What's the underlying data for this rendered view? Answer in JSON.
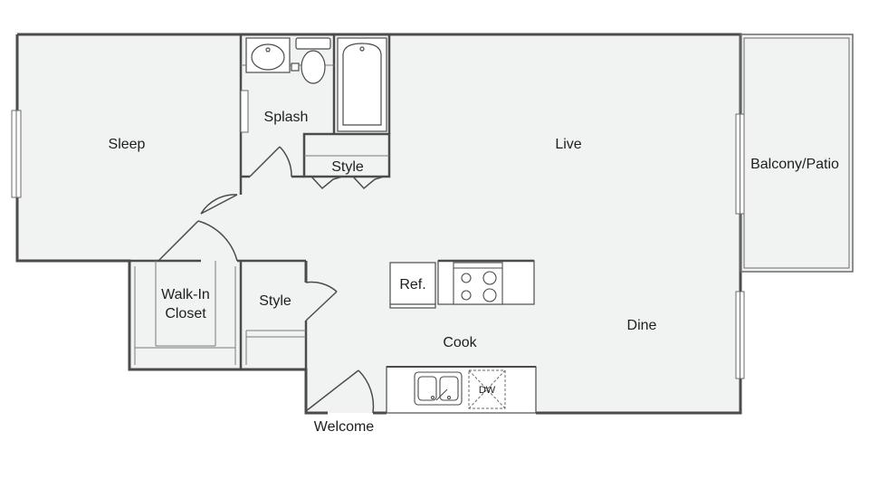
{
  "colors": {
    "wall": "#4b4b4b",
    "floor": "#f1f3f2",
    "line": "#6a6a6a",
    "background": "#ffffff"
  },
  "rooms": {
    "sleep": "Sleep",
    "splash": "Splash",
    "style_bath": "Style",
    "live": "Live",
    "balcony": "Balcony/Patio",
    "walkin_line1": "Walk-In",
    "walkin_line2": "Closet",
    "style_hall": "Style",
    "cook": "Cook",
    "dine": "Dine",
    "welcome": "Welcome"
  },
  "fixtures": {
    "refrigerator": "Ref.",
    "dishwasher": "DW"
  },
  "icons": [
    "sink-icon",
    "toilet-icon",
    "bathtub-icon",
    "stove-icon",
    "double-sink-icon",
    "door-swing-icon",
    "window-icon"
  ]
}
